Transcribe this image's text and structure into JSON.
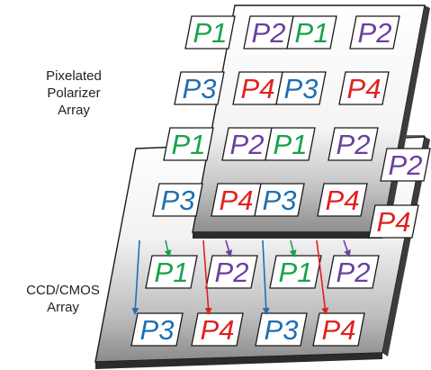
{
  "labels": {
    "polarizer_line1": "Pixelated",
    "polarizer_line2": "Polarizer",
    "polarizer_line3": "Array",
    "ccd_line1": "CCD/CMOS",
    "ccd_line2": "Array"
  },
  "polarizer_grid": [
    [
      "P1",
      "P2",
      "P1",
      "P2"
    ],
    [
      "P3",
      "P4",
      "P3",
      "P4"
    ],
    [
      "P1",
      "P2",
      "P1",
      "P2"
    ],
    [
      "P3",
      "P4",
      "P3",
      "P4"
    ]
  ],
  "sensor_grid": [
    [
      "P1",
      "P2",
      "P1",
      "P2"
    ],
    [
      "P3",
      "P4",
      "P3",
      "P4"
    ]
  ],
  "label_colors": {
    "P1": "#17a34a",
    "P2": "#6b3fa0",
    "P3": "#1f6fb2",
    "P4": "#e0201c"
  },
  "arrow_colors": [
    "#1f6fb2",
    "#17a34a",
    "#e0201c",
    "#6b3fa0"
  ]
}
